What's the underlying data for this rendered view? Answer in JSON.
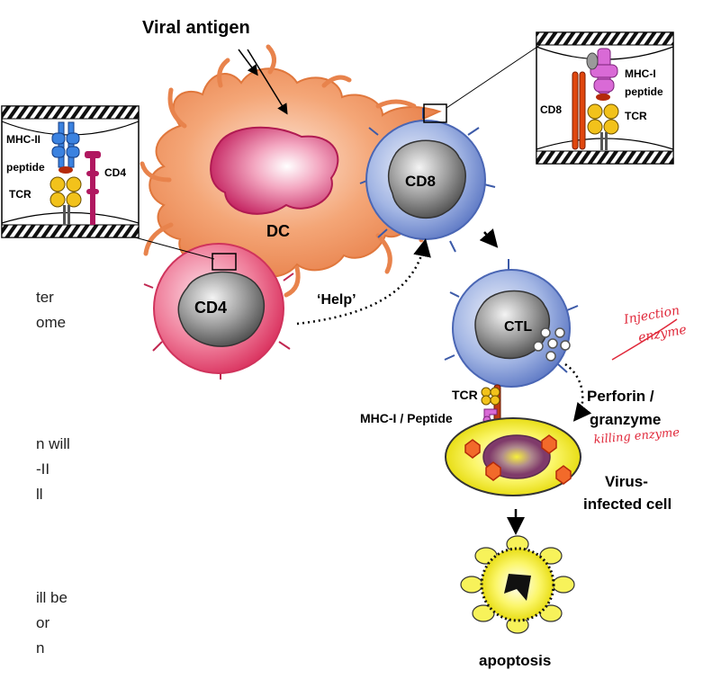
{
  "labels": {
    "viral_antigen": "Viral antigen",
    "dc": "DC",
    "cd8_cell": "CD8",
    "cd4_cell": "CD4",
    "help": "‘Help’",
    "ctl": "CTL",
    "tcr_main": "TCR",
    "mhc1_peptide_main": "MHC-I / Peptide",
    "perforin_line1": "Perforin /",
    "perforin_line2": "granzyme",
    "virus_line1": "Virus-",
    "virus_line2": "infected cell",
    "apoptosis": "apoptosis"
  },
  "inset_left": {
    "mhc2": "MHC-II",
    "peptide": "peptide",
    "tcr": "TCR",
    "cd4": "CD4"
  },
  "inset_right": {
    "mhc1": "MHC-I",
    "peptide": "peptide",
    "cd8": "CD8",
    "tcr": "TCR"
  },
  "handwritten": {
    "note1_line1": "Injection",
    "note1_line2": "enzyme",
    "note2": "killing enzyme"
  },
  "cutoff_text": [
    "ter",
    "ome",
    "n will",
    "-II",
    "ll",
    "ill be",
    "or",
    "n"
  ],
  "colors": {
    "dc": "#f0a070",
    "cd8": "#7f9ad6",
    "cd4": "#e8557a",
    "nucleus": "#7a7a7a",
    "infected": "#f3ee1c",
    "handwriting": "#e0283a"
  }
}
